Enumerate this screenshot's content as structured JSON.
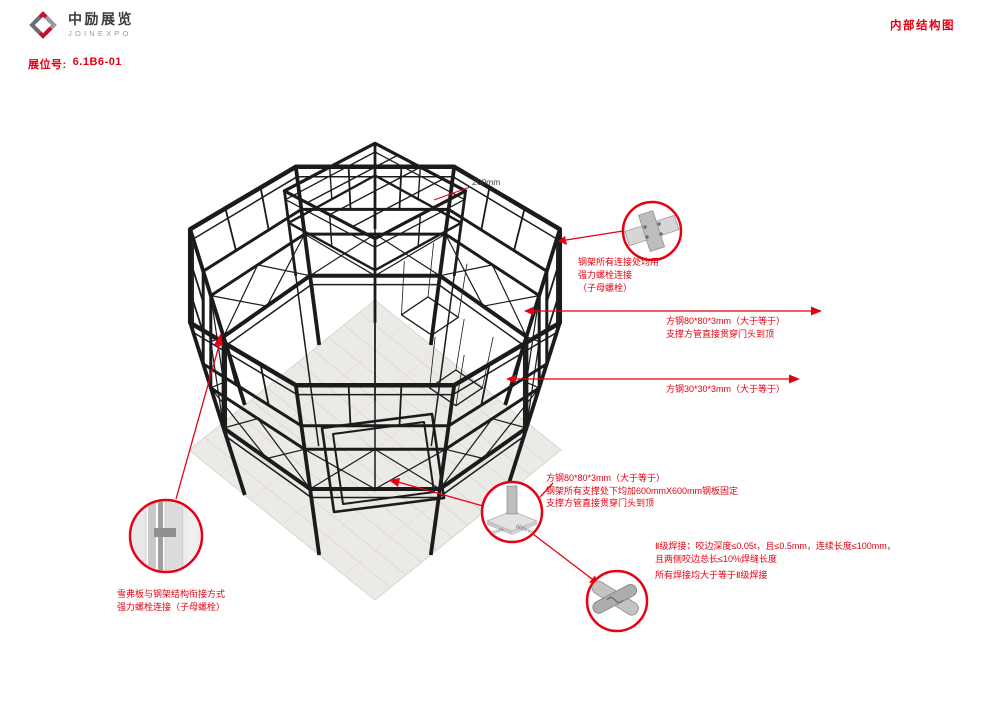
{
  "header": {
    "logo_cn": "中励展览",
    "logo_en": "JOINEXPO",
    "doc_title": "内部结构图",
    "booth_label": "展位号:",
    "booth_value": "6.1B6-01"
  },
  "annotations": {
    "dim_top": "200mm",
    "joint_note_l1": "钢架所有连接处均用",
    "joint_note_l2": "强力螺栓连接",
    "joint_note_l3": "（子母螺栓）",
    "steel80_line1": "方钢80*80*3mm（大于等于）",
    "steel80_line2": "支撑方管直接贯穿门头到顶",
    "steel30": "方钢30*30*3mm（大于等于）",
    "base_title": "方钢80*80*3mm（大于等于）",
    "base_l1": "钢架所有支撑处下均加600mmX600mm钢板固定",
    "base_l2": "支撑方管直接贯穿门头到顶",
    "weld_l1": "Ⅱ级焊接：咬边深度≤0.05t，且≤0.5mm，连续长度≤100mm，",
    "weld_l2": "且两侧咬边总长≤10%焊缝长度",
    "weld_l3": "所有焊接均大于等于Ⅱ级焊接",
    "panel_l1": "雪弗板与钢架结构衔接方式",
    "panel_l2": "强力螺栓连接（子母螺栓）",
    "plate_dim1": "600mm",
    "plate_dim2": "600mm"
  },
  "colors": {
    "accent": "#e60012",
    "logo_red": "#c8102e",
    "structure": "#1b1b1b",
    "floor": "#eceae6"
  }
}
